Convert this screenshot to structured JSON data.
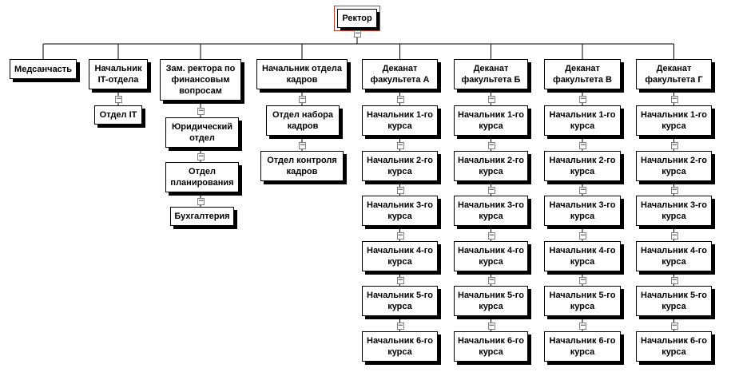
{
  "root": "Ректор",
  "toggle_glyph": "−",
  "colors": {
    "box_border": "#000000",
    "shadow": "#000000",
    "line": "#000000",
    "selected_outline": "#c0392b"
  },
  "columns": [
    {
      "id": "medsan",
      "head": "Медсанчасть",
      "children": []
    },
    {
      "id": "it",
      "head": "Начальник IT-отдела",
      "children": [
        "Отдел IT"
      ]
    },
    {
      "id": "fin",
      "head": "Зам. ректора по финансовым вопросам",
      "children": [
        "Юридический отдел",
        "Отдел планирования",
        "Бухгалтерия"
      ]
    },
    {
      "id": "hr",
      "head": "Начальник отдела кадров",
      "children": [
        "Отдел набора кадров",
        "Отдел контроля кадров"
      ]
    },
    {
      "id": "fac-a",
      "head": "Деканат факультета А",
      "children": [
        "Начальник 1-го курса",
        "Начальник 2-го курса",
        "Начальник 3-го курса",
        "Начальник 4-го курса",
        "Начальник 5-го курса",
        "Начальник 6-го курса"
      ]
    },
    {
      "id": "fac-b",
      "head": "Деканат факультета Б",
      "children": [
        "Начальник 1-го курса",
        "Начальник 2-го курса",
        "Начальник 3-го курса",
        "Начальник 4-го курса",
        "Начальник 5-го курса",
        "Начальник 6-го курса"
      ]
    },
    {
      "id": "fac-v",
      "head": "Деканат факультета В",
      "children": [
        "Начальник 1-го курса",
        "Начальник 2-го курса",
        "Начальник 3-го курса",
        "Начальник 4-го курса",
        "Начальник 5-го курса",
        "Начальник 6-го курса"
      ]
    },
    {
      "id": "fac-g",
      "head": "Деканат факультета Г",
      "children": [
        "Начальник 1-го курса",
        "Начальник 2-го курса",
        "Начальник 3-го курса",
        "Начальник 4-го курса",
        "Начальник 5-го курса",
        "Начальник 6-го курса"
      ]
    }
  ]
}
